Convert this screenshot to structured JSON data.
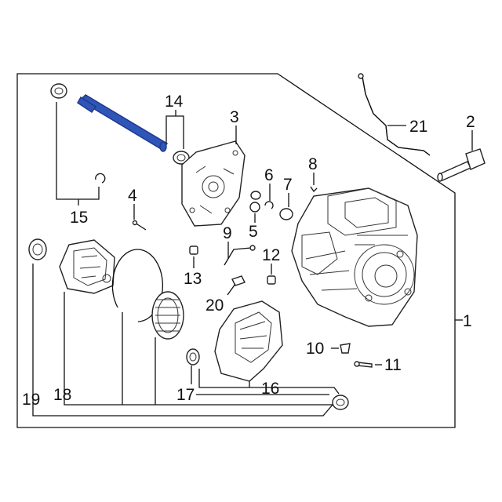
{
  "diagram": {
    "callouts": {
      "c1": "1",
      "c2": "2",
      "c3": "3",
      "c4": "4",
      "c5": "5",
      "c6": "6",
      "c7": "7",
      "c8": "8",
      "c9": "9",
      "c10": "10",
      "c11": "11",
      "c12": "12",
      "c13": "13",
      "c14": "14",
      "c15": "15",
      "c16": "16",
      "c17": "17",
      "c18": "18",
      "c19": "19",
      "c20": "20",
      "c21": "21"
    },
    "highlighted_part": "14",
    "colors": {
      "highlight": "#2f55b8",
      "line": "#111111",
      "background": "#ffffff"
    }
  }
}
